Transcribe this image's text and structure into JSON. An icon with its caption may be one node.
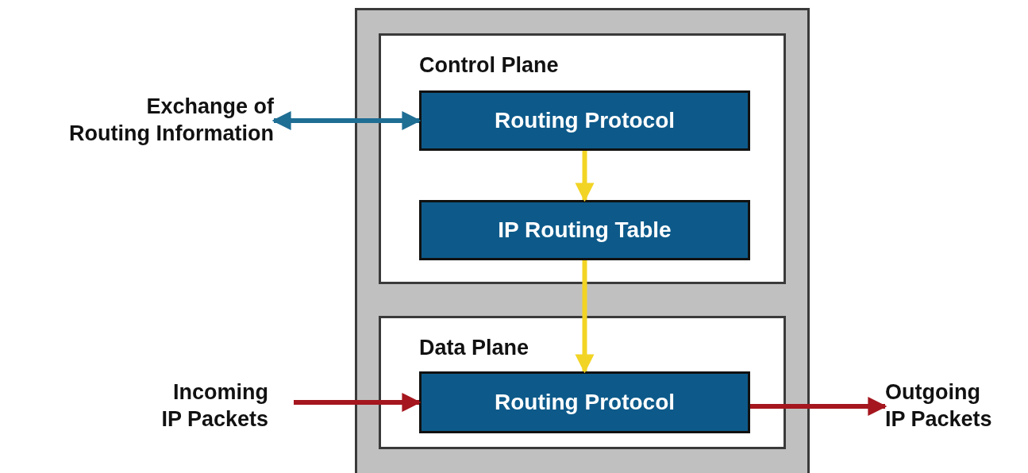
{
  "diagram": {
    "nodes": [
      {
        "text": [],
        "shape": "box"
      },
      {
        "text": [
          "Control Plane"
        ],
        "in": 0
      },
      {
        "text": [
          "Routing Protocol"
        ],
        "in": 1
      },
      {
        "text": [
          "IP Routing Table"
        ],
        "in": 1
      },
      {
        "text": [
          "Data Plane"
        ],
        "in": 0
      },
      {
        "text": [
          "Routing Protocol"
        ],
        "in": 4
      },
      {
        "text": [
          "Exchange of Routing Information"
        ]
      },
      {
        "text": [
          "Incoming IP Packets"
        ]
      },
      {
        "text": [
          "Outgoing IP Packets"
        ]
      }
    ],
    "edges": [
      {
        "from": 6,
        "to": 2,
        "arrow": "both",
        "color": "#1f6e94"
      },
      {
        "from": 2,
        "to": 3,
        "arrow": "to",
        "color": "#f2d424"
      },
      {
        "from": 3,
        "to": 5,
        "arrow": "to",
        "color": "#f2d424"
      },
      {
        "from": 7,
        "to": 5,
        "arrow": "to",
        "color": "#a5161e"
      },
      {
        "from": 5,
        "to": 8,
        "arrow": "to",
        "color": "#a5161e"
      }
    ]
  }
}
